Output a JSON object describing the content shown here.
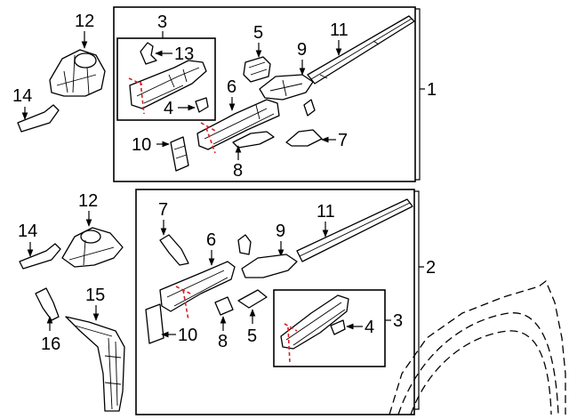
{
  "callouts": {
    "upper": {
      "n1": "1",
      "n3": "3",
      "n4": "4",
      "n5": "5",
      "n6": "6",
      "n7": "7",
      "n8": "8",
      "n9": "9",
      "n10": "10",
      "n11": "11",
      "n13": "13"
    },
    "lower": {
      "n2": "2",
      "n3": "3",
      "n4": "4",
      "n5": "5",
      "n6": "6",
      "n7": "7",
      "n8": "8",
      "n9": "9",
      "n10": "10",
      "n11": "11"
    },
    "left_top": {
      "n12": "12",
      "n14": "14"
    },
    "left_bottom": {
      "n12": "12",
      "n14": "14",
      "n15": "15",
      "n16": "16"
    }
  },
  "colors": {
    "line": "#000000",
    "cut_line": "#d61f26",
    "background": "#ffffff"
  }
}
